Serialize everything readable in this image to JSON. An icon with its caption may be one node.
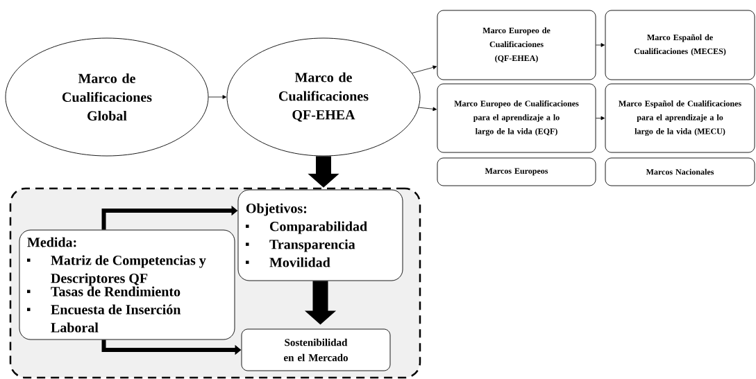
{
  "diagram": {
    "nodes": [
      {
        "text": [
          "Marco de Cualificaciones Global"
        ]
      },
      {
        "text": [
          "Marco de Cualificaciones QF-EHEA"
        ]
      },
      {
        "text": [
          "Marco Europeo de Cualificaciones (QF-EHEA)"
        ]
      },
      {
        "text": [
          "Marco Español de Cualificaciones (MECES)"
        ]
      },
      {
        "text": [
          "Marco Europeo de Cualificaciones para el aprendizaje a lo largo de la vida (EQF)"
        ]
      },
      {
        "text": [
          "Marco Español de Cualificaciones para el aprendizaje a lo largo de la vida (MECU)"
        ]
      },
      {
        "text": [
          "Marcos Europeos"
        ]
      },
      {
        "text": [
          "Marcos Nacionales"
        ]
      },
      {
        "text": [],
        "shape": "box"
      },
      {
        "text": [
          "Medida:",
          "Matriz de Competencias y Descriptores QF",
          "Tasas de Rendimiento",
          "Encuesta de Inserción Laboral"
        ],
        "in": 8
      },
      {
        "text": [
          "Objetivos:",
          "Comparabilidad",
          "Transparencia",
          "Movilidad"
        ],
        "in": 8
      },
      {
        "text": [
          "Sostenibilidad en el Mercado"
        ],
        "in": 8
      }
    ],
    "edges": [
      {
        "from": 0,
        "to": 1,
        "arrow": "to"
      },
      {
        "from": 1,
        "to": 2,
        "arrow": "to"
      },
      {
        "from": 1,
        "to": 4,
        "arrow": "to"
      },
      {
        "from": 2,
        "to": 3,
        "arrow": "to"
      },
      {
        "from": 4,
        "to": 5,
        "arrow": "to"
      },
      {
        "from": 1,
        "to": 8,
        "arrow": "to",
        "style": "thick"
      },
      {
        "from": 9,
        "to": 10,
        "arrow": "to",
        "style": "thick"
      },
      {
        "from": 9,
        "to": 11,
        "arrow": "to",
        "style": "thick"
      },
      {
        "from": 10,
        "to": 11,
        "arrow": "to",
        "style": "thick"
      }
    ]
  }
}
